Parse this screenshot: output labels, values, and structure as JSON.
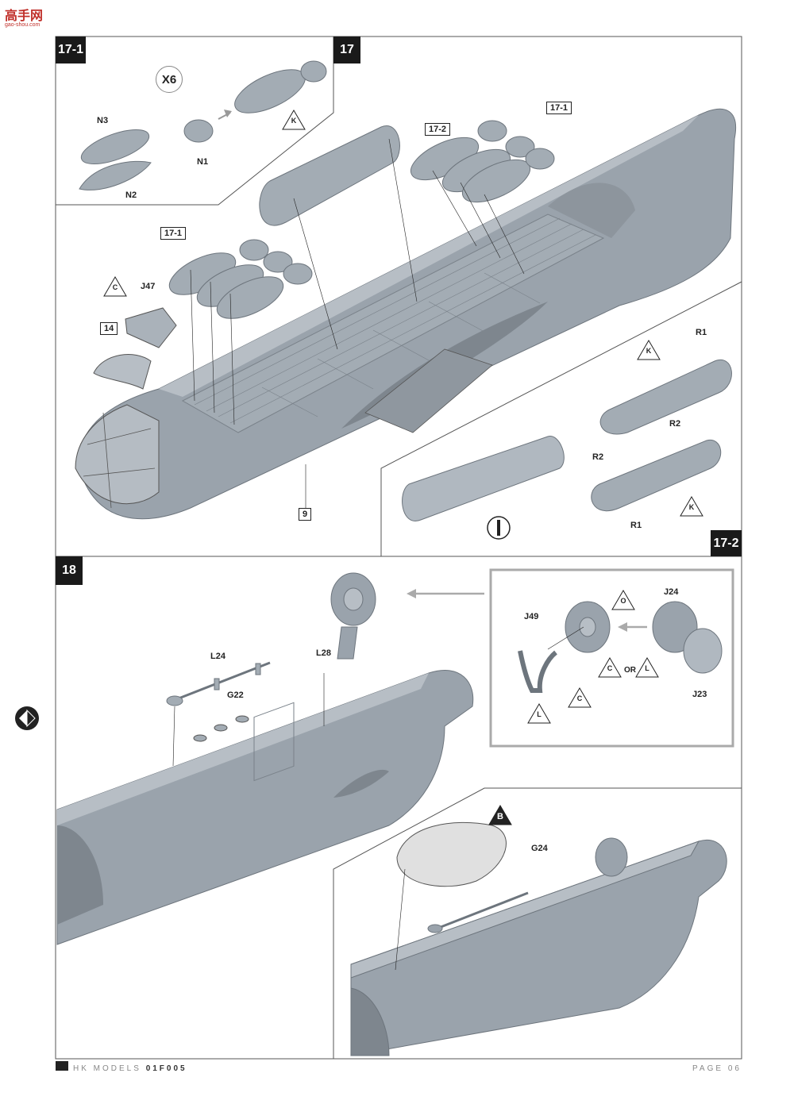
{
  "watermark": {
    "title": "高手网",
    "url": "gao-shou.com"
  },
  "steps": {
    "s17_1": "17-1",
    "s17": "17",
    "s17_2": "17-2",
    "s18": "18"
  },
  "multiplier": "X6",
  "parts": {
    "n3": "N3",
    "n1": "N1",
    "n2": "N2",
    "j47": "J47",
    "r1_top": "R1",
    "r2_right": "R2",
    "r2_left": "R2",
    "r1_bottom": "R1",
    "l24": "L24",
    "l28": "L28",
    "g22": "G22",
    "j49": "J49",
    "j24": "J24",
    "j23": "J23",
    "g24": "G24"
  },
  "refs": {
    "ref_17_1_a": "17-1",
    "ref_17_1_b": "17-1",
    "ref_17_2": "17-2",
    "ref_14": "14",
    "ref_9": "9"
  },
  "paint_codes": {
    "k1": "K",
    "c1": "C",
    "k2": "K",
    "k3": "K",
    "o1": "O",
    "c2": "C",
    "or_text": "OR",
    "l1": "L",
    "c3": "C",
    "l2": "L",
    "b1": "B"
  },
  "footer": {
    "brand": "HK MODELS",
    "code": "01F005",
    "page": "PAGE 06"
  }
}
